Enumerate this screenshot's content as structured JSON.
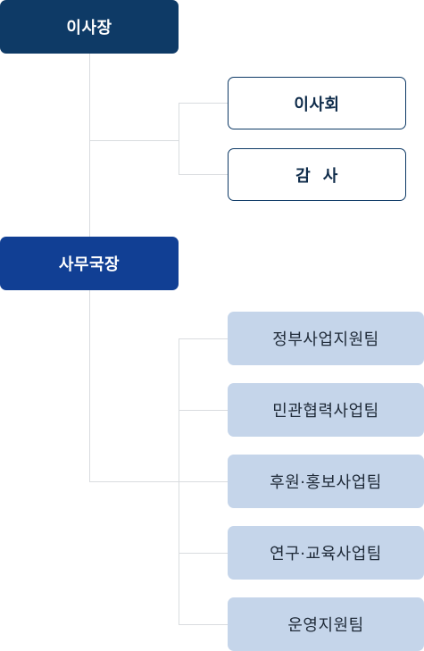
{
  "chairman": {
    "label": "이사장"
  },
  "board_units": [
    {
      "label": "이사회"
    },
    {
      "label": "감  사"
    }
  ],
  "secretary_general": {
    "label": "사무국장"
  },
  "teams": [
    {
      "label": "정부사업지원팀"
    },
    {
      "label": "민관협력사업팀"
    },
    {
      "label": "후원·홍보사업팀"
    },
    {
      "label": "연구·교육사업팀"
    },
    {
      "label": "운영지원팀"
    }
  ],
  "colors": {
    "chairman_bg": "#0e3a66",
    "secretary_bg": "#113f94",
    "team_bg": "#c5d5ea",
    "connector": "#d9dcdf"
  }
}
